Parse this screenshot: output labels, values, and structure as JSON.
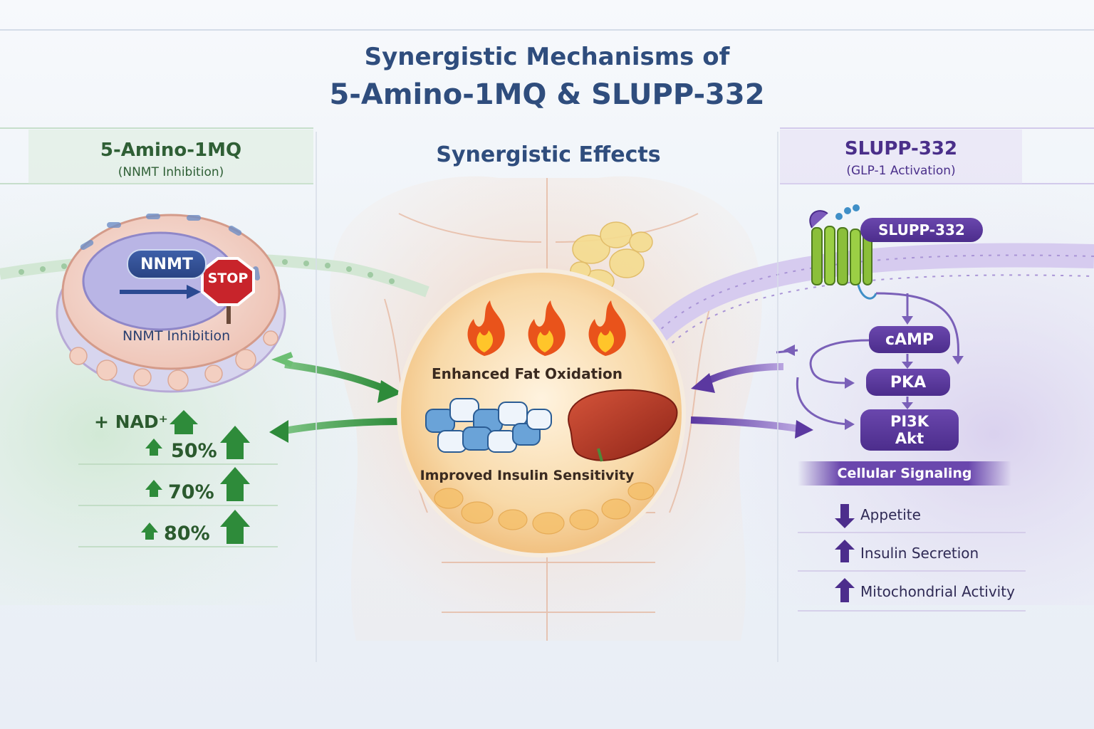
{
  "title": {
    "line1": "Synergistic Mechanisms of",
    "line2": "5-Amino-1MQ & SLUPP-332"
  },
  "left": {
    "heading": "5-Amino-1MQ",
    "subheading": "(NNMT Inhibition)",
    "enzyme_label": "NNMT",
    "stop_sign": "STOP",
    "inhibition_label": "NNMT Inhibition",
    "nad_label": "+ NAD⁺",
    "increases": [
      "50%",
      "70%",
      "80%"
    ]
  },
  "center": {
    "heading": "Synergistic Effects",
    "fat_label": "Enhanced Fat Oxidation",
    "insulin_label": "Improved Insulin Sensitivity"
  },
  "right": {
    "heading": "SLUPP-332",
    "subheading": "(GLP-1 Activation)",
    "ligand_label": "SLUPP-332",
    "pathway": {
      "camp": "cAMP",
      "pka": "PKA",
      "pi3k": "PI3K",
      "akt": "Akt"
    },
    "signaling_label": "Cellular Signaling",
    "effects": [
      {
        "label": "Appetite",
        "direction": "down"
      },
      {
        "label": "Insulin Secretion",
        "direction": "up"
      },
      {
        "label": "Mitochondrial Activity",
        "direction": "up"
      }
    ]
  },
  "colors": {
    "green": "#2e8b3a",
    "purple": "#5b38a0",
    "navy": "#2f4d7d",
    "stop_red": "#c8242b"
  }
}
